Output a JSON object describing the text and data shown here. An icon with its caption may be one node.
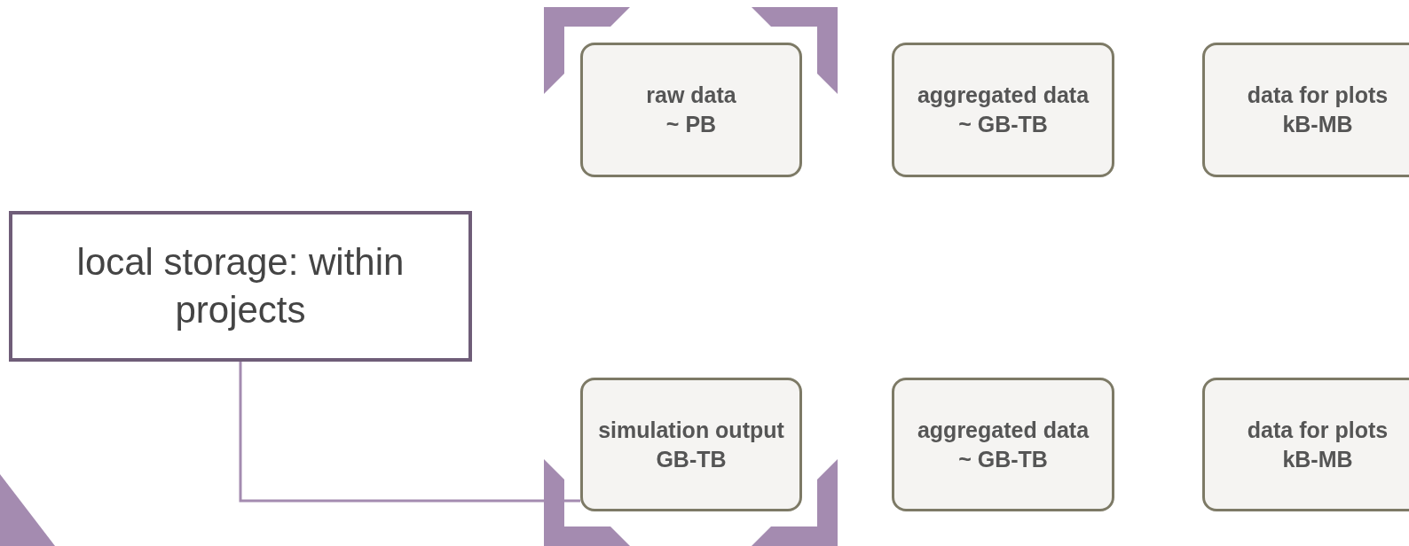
{
  "diagram": {
    "nodes": [
      {
        "text": [
          "local storage: within projects"
        ]
      },
      {
        "text": [
          "raw data",
          "~ PB"
        ]
      },
      {
        "text": [
          "aggregated data",
          "~ GB-TB"
        ]
      },
      {
        "text": [
          "data for plots",
          "kB-MB"
        ]
      },
      {
        "text": [
          "simulation output",
          "GB-TB"
        ]
      },
      {
        "text": [
          "aggregated data",
          "~ GB-TB"
        ]
      },
      {
        "text": [
          "data for plots",
          "kB-MB"
        ]
      }
    ],
    "edges": [
      {
        "from": 0,
        "to": 4,
        "arrow": "none"
      }
    ]
  }
}
